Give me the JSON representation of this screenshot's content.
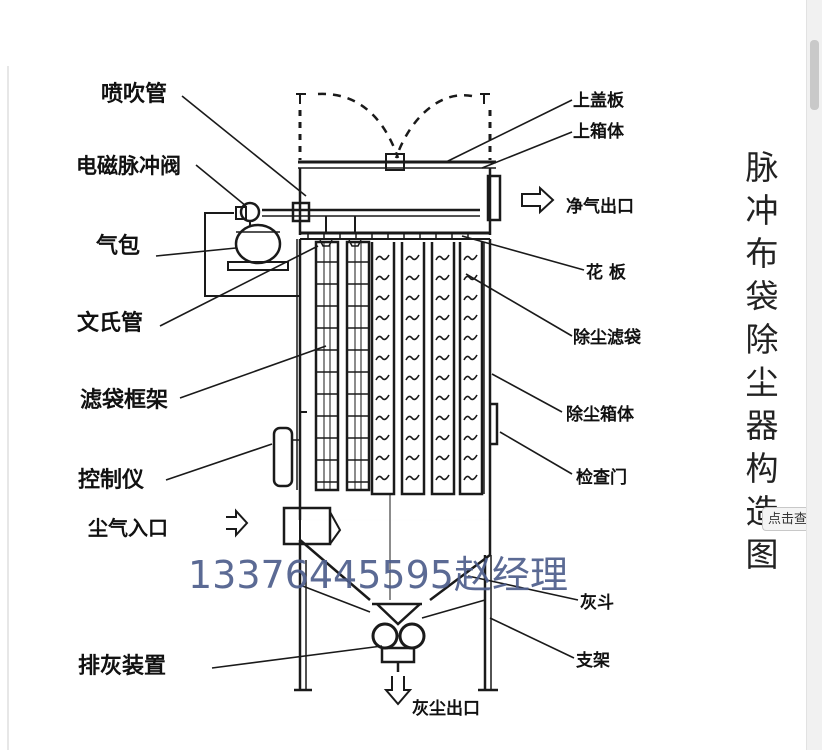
{
  "diagram": {
    "title_vertical": "脉冲布袋除尘器构造图",
    "contact": "13376445595赵经理",
    "tooltip": "点击查",
    "labels_left": {
      "blow_pipe": "喷吹管",
      "solenoid_valve": "电磁脉冲阀",
      "air_bag": "气包",
      "venturi": "文氏管",
      "filter_cage": "滤袋框架",
      "controller": "控制仪",
      "dust_inlet": "尘气入口",
      "ash_discharge": "排灰装置"
    },
    "labels_right": {
      "top_cover": "上盖板",
      "upper_box": "上箱体",
      "clean_outlet": "净气出口",
      "tube_sheet": "花 板",
      "filter_bag": "除尘滤袋",
      "dust_box": "除尘箱体",
      "inspection_door": "检查门",
      "ash_hopper": "灰斗",
      "support": "支架"
    },
    "labels_bottom": {
      "dust_outlet": "灰尘出口"
    }
  },
  "colors": {
    "line": "#1a1a1a",
    "contact_text": "#4e5e8c"
  }
}
